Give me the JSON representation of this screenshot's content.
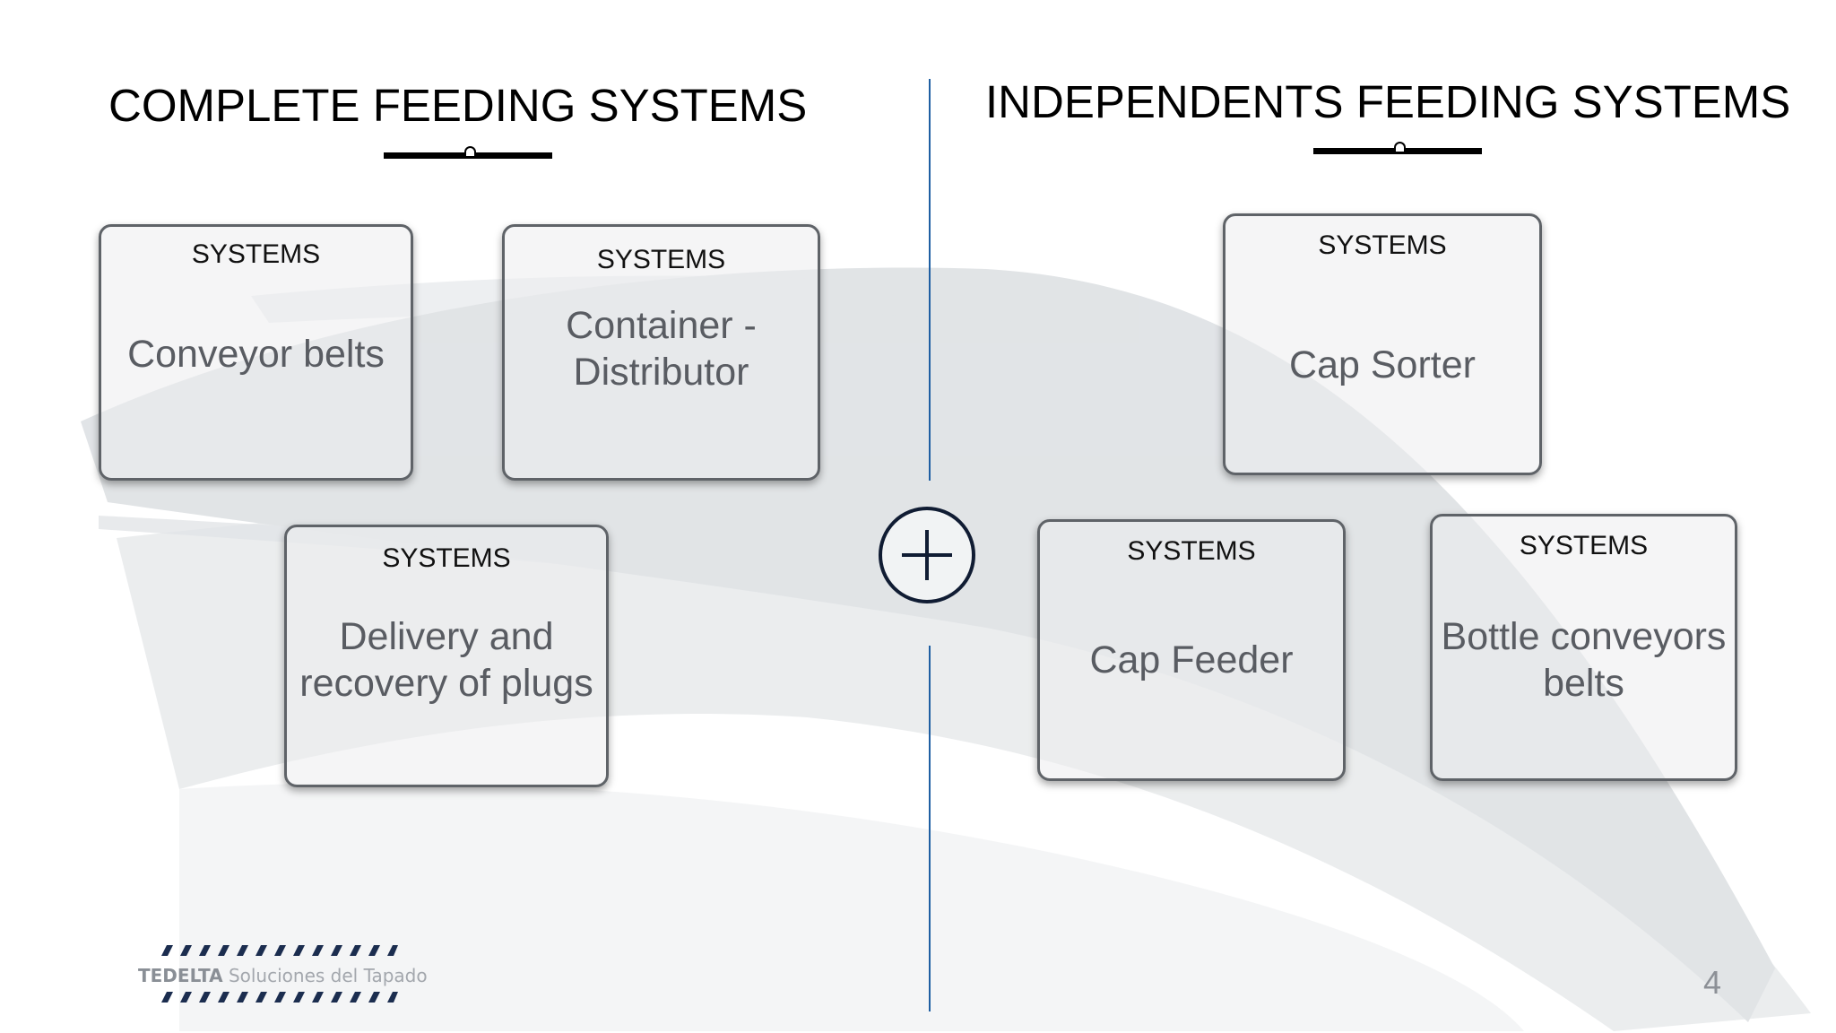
{
  "left_section": {
    "heading": "COMPLETE FEEDING SYSTEMS",
    "cards": [
      {
        "tag": "SYSTEMS",
        "label": "Conveyor belts"
      },
      {
        "tag": "SYSTEMS",
        "label_lines": [
          "Container -",
          "Distributor"
        ]
      },
      {
        "tag": "SYSTEMS",
        "label_lines": [
          "Delivery and",
          "recovery of plugs"
        ]
      }
    ]
  },
  "right_section": {
    "heading": "INDEPENDENTS FEEDING SYSTEMS",
    "cards": [
      {
        "tag": "SYSTEMS",
        "label": "Cap Sorter"
      },
      {
        "tag": "SYSTEMS",
        "label": "Cap Feeder"
      },
      {
        "tag": "SYSTEMS",
        "label_lines": [
          "Bottle conveyors",
          "belts"
        ]
      }
    ]
  },
  "center_icon": "plus-circle-icon",
  "footer": {
    "logo_brand": "TEDELTA",
    "logo_tagline": "Soluciones del Tapado",
    "page_number": "4"
  },
  "colors": {
    "divider": "#1f5fa3",
    "logo_dashes": "#1b2d4f",
    "card_text": "#595c62",
    "brush": "#c9ced3"
  }
}
